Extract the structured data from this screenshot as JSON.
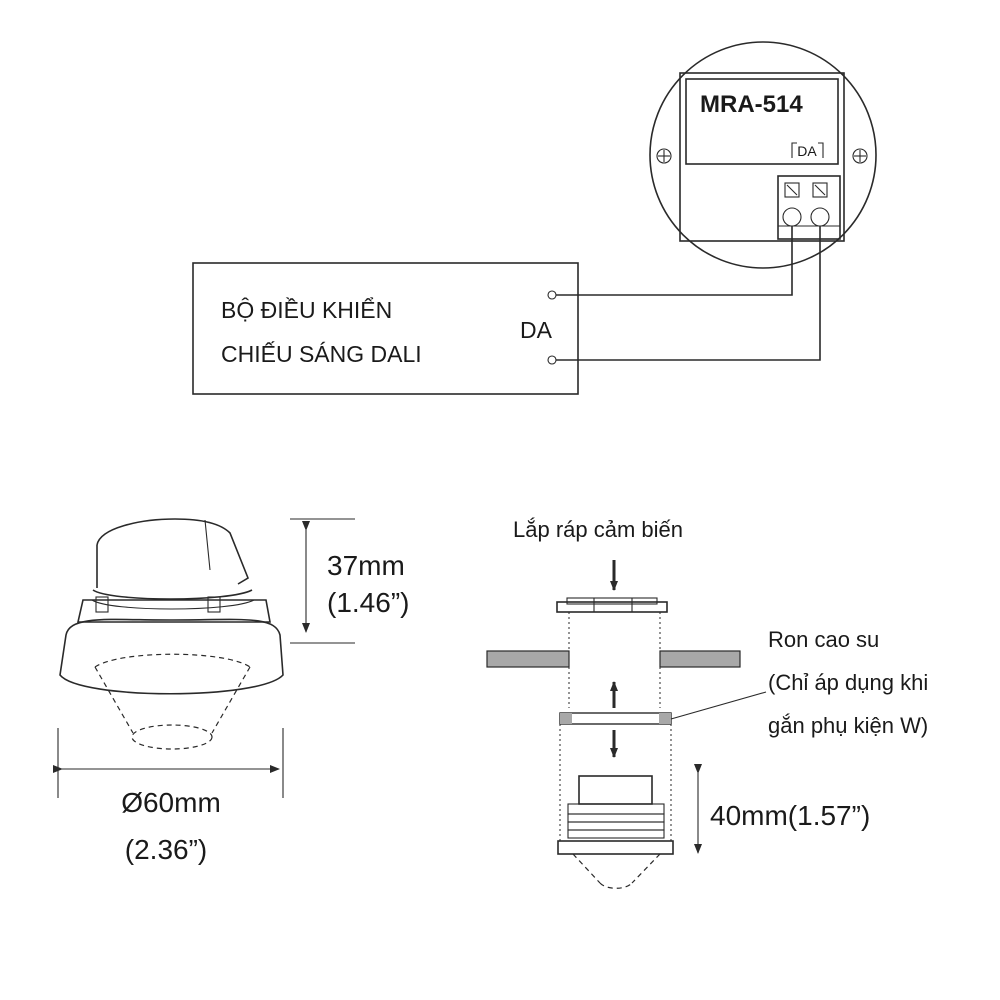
{
  "wiring": {
    "sensor_model": "MRA-514",
    "terminal_tag": "DA",
    "controller_line1": "BỘ ĐIỀU KHIỂN",
    "controller_line2": "CHIẾU SÁNG DALI",
    "controller_port": "DA"
  },
  "dimensions": {
    "height_mm": "37mm",
    "height_in": "(1.46”)",
    "diameter_mm": "Ø60mm",
    "diameter_in": "(2.36”)"
  },
  "assembly": {
    "title": "Lắp ráp cảm biến",
    "gasket_line1": "Ron cao su",
    "gasket_line2": "(Chỉ áp dụng khi",
    "gasket_line3": "gắn phụ kiện W)",
    "depth": "40mm(1.57”)"
  },
  "colors": {
    "line": "#2a2a2a",
    "panel_fill": "#a8a8a8"
  }
}
